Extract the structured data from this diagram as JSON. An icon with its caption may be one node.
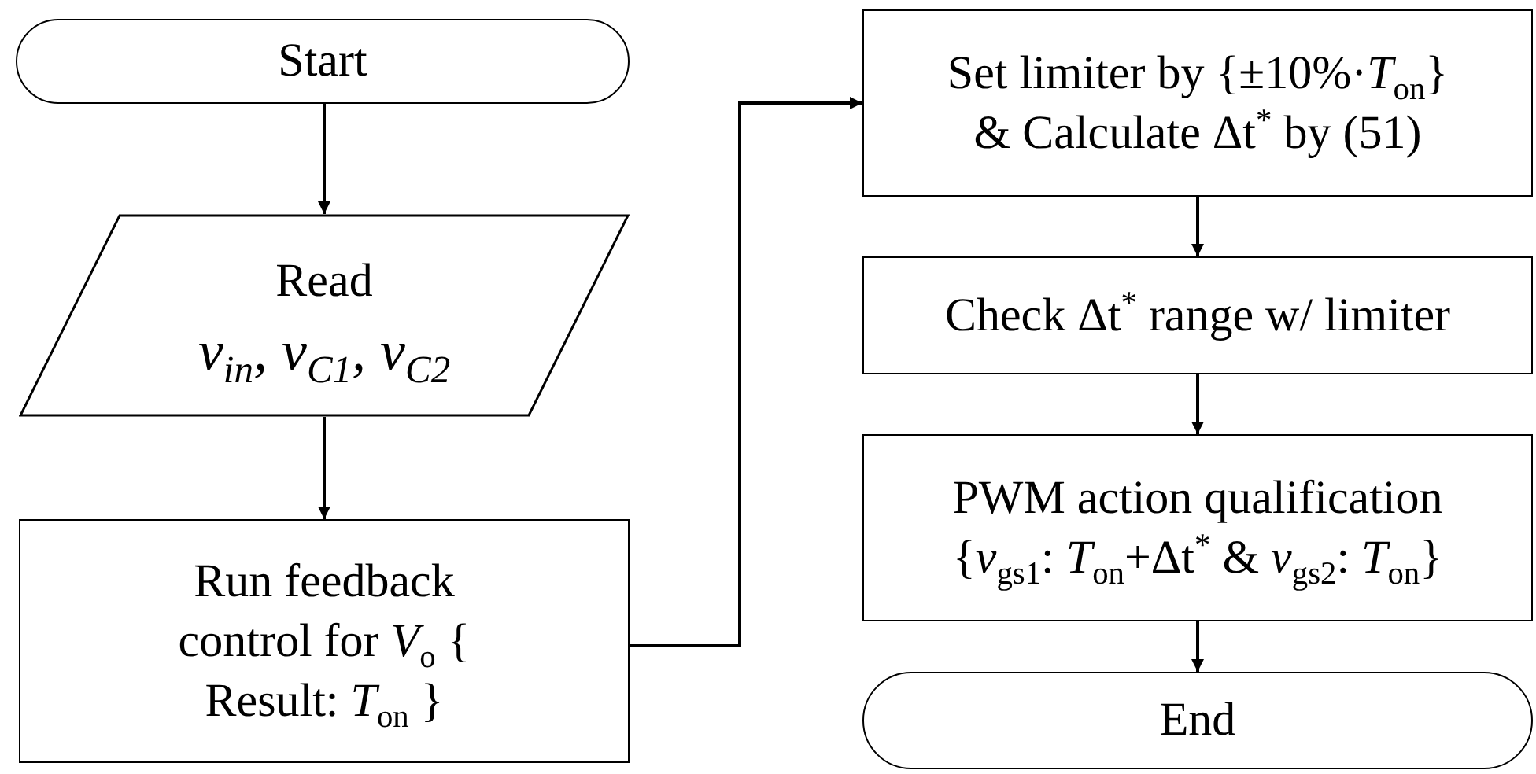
{
  "diagram": {
    "nodes": [
      {
        "text": [
          "Start"
        ]
      },
      {
        "text": [
          "Read",
          "*v*$_{in}$, *v*$_{C1}$, *v*$_{C2}$"
        ]
      },
      {
        "text": [
          "Run feedback control for *V*$_{o}$ { Result: *T*$_{on}$ }"
        ]
      },
      {
        "text": [
          "Set limiter by {±10%·*T*$_{on}$} & Calculate Δt$^{*}$ by (51)"
        ]
      },
      {
        "text": [
          "Check Δt$^{*}$ range w/ limiter"
        ]
      },
      {
        "text": [
          "PWM action qualification",
          "{*v*$_{gs1}$: *T*$_{on}$+Δt$^{*}$ & *v*$_{gs2}$: *T*$_{on}$}"
        ]
      },
      {
        "text": [
          "End"
        ]
      }
    ],
    "edges": [
      {
        "from": 0,
        "to": 1,
        "arrow": "to"
      },
      {
        "from": 1,
        "to": 2,
        "arrow": "to"
      },
      {
        "from": 2,
        "to": 3,
        "arrow": "to"
      },
      {
        "from": 3,
        "to": 4,
        "arrow": "to"
      },
      {
        "from": 4,
        "to": 5,
        "arrow": "to"
      },
      {
        "from": 5,
        "to": 6,
        "arrow": "to"
      }
    ]
  }
}
